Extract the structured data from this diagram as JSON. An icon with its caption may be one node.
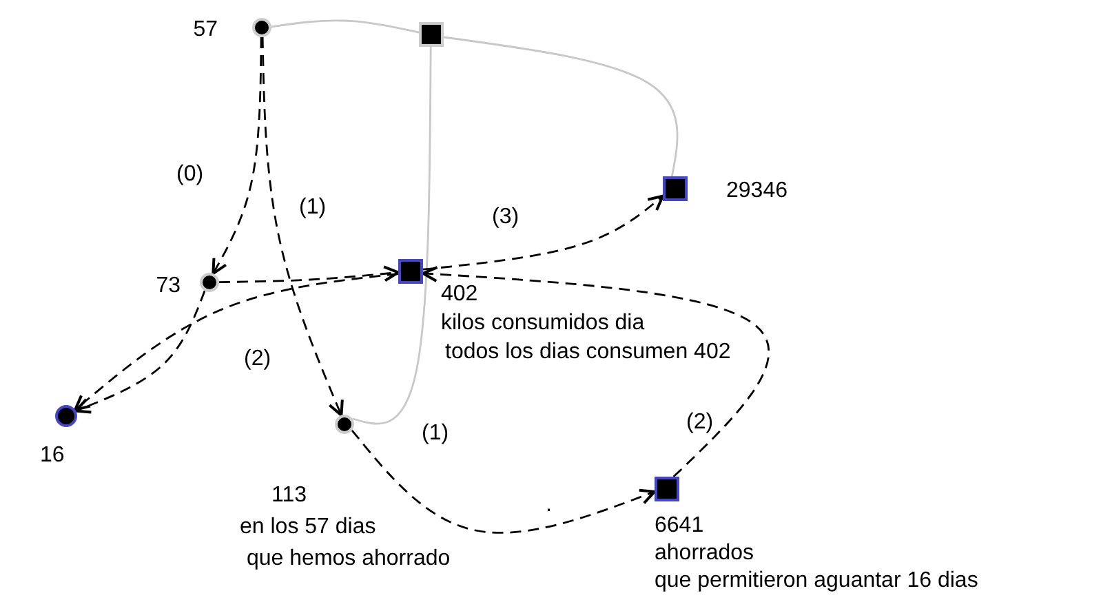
{
  "diagram": {
    "nodes": [
      {
        "text": [
          "57"
        ]
      },
      {
        "text": [],
        "shape": "box"
      },
      {
        "text": [
          "29346"
        ]
      },
      {
        "text": [
          "73"
        ]
      },
      {
        "text": [
          "402"
        ],
        "beside": [
          "kilos consumidos dia",
          "todos los dias consumen 402"
        ]
      },
      {
        "text": [
          "16"
        ]
      },
      {
        "text": [
          "113"
        ],
        "beside": [
          "en los 57 dias",
          "que hemos ahorrado"
        ]
      },
      {
        "text": [
          "6641"
        ],
        "beside": [
          "ahorrados",
          "que permitieron aguantar 16 dias"
        ]
      }
    ],
    "edges": [
      {
        "from": 0,
        "to": 1,
        "arrow": "none",
        "color": "#c8c8c8"
      },
      {
        "from": 1,
        "to": 2,
        "arrow": "none",
        "color": "#c8c8c8"
      },
      {
        "from": 1,
        "to": 6,
        "arrow": "none",
        "color": "#c8c8c8"
      },
      {
        "from": 0,
        "to": 3,
        "arrow": "to",
        "label": "(0)",
        "style": "dashed"
      },
      {
        "from": 0,
        "to": 6,
        "arrow": "to",
        "label": "(1)",
        "style": "dashed"
      },
      {
        "from": 6,
        "to": 7,
        "arrow": "to",
        "label": "(1)",
        "style": "dashed"
      },
      {
        "from": 3,
        "to": 4,
        "arrow": "to",
        "style": "dashed"
      },
      {
        "from": 4,
        "to": 5,
        "arrow": "to",
        "label": "(2)",
        "style": "dashed"
      },
      {
        "from": 3,
        "to": 5,
        "arrow": "to",
        "style": "dashed"
      },
      {
        "from": 4,
        "to": 2,
        "arrow": "to",
        "label": "(3)",
        "style": "dashed"
      },
      {
        "from": 7,
        "to": 4,
        "arrow": "to",
        "label": "(2)",
        "style": "dashed"
      }
    ],
    "labels": [
      "."
    ]
  }
}
